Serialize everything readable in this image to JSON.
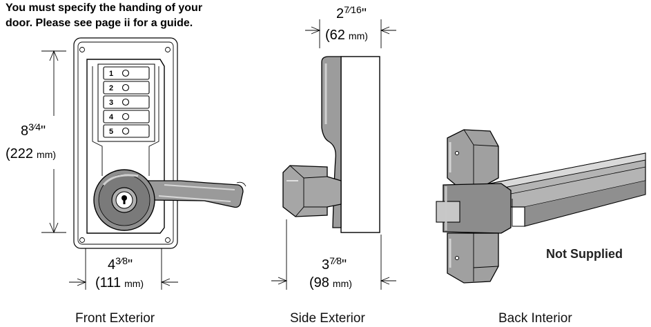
{
  "note": {
    "line1": "You must specify the handing of your",
    "line2": "door.  Please see page ii for a guide."
  },
  "dimensions": {
    "height": {
      "value": "8",
      "fraction": "3⁄4",
      "unit": "\"",
      "metric": "(222",
      "metric_unit": "mm)"
    },
    "width": {
      "value": "4",
      "fraction": "3⁄8",
      "unit": "\"",
      "metric": "(111",
      "metric_unit": "mm)"
    },
    "side_top": {
      "value": "2",
      "fraction": "7⁄16",
      "unit": "\"",
      "metric": "(62",
      "metric_unit": "mm)"
    },
    "side_bottom": {
      "value": "3",
      "fraction": "7⁄8",
      "unit": "\"",
      "metric": "(98",
      "metric_unit": "mm)"
    }
  },
  "buttons": [
    "1",
    "2",
    "3",
    "4",
    "5"
  ],
  "labels": {
    "front": "Front Exterior",
    "side": "Side Exterior",
    "back": "Back Interior",
    "not_supplied": "Not Supplied"
  }
}
